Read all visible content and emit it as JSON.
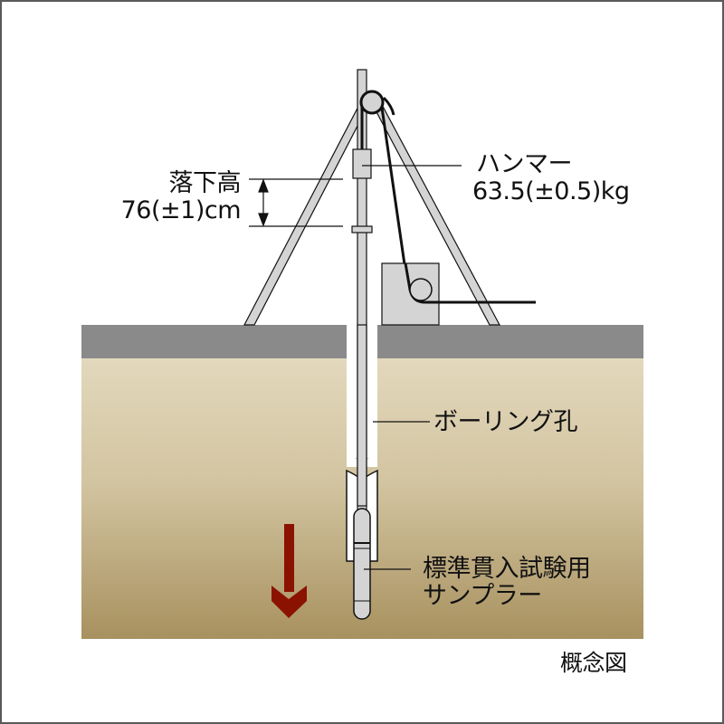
{
  "diagram": {
    "caption": "概念図",
    "labels": {
      "drop_height": {
        "line1": "落下高",
        "line2": "76(±1)cm"
      },
      "hammer": {
        "line1": "ハンマー",
        "line2": "63.5(±0.5)kg"
      },
      "borehole": "ボーリング孔",
      "sampler": {
        "line1": "標準貫入試験用",
        "line2": "サンプラー"
      }
    },
    "icons": {
      "penetration_arrow": "down-arrow",
      "tripod": "tripod-frame",
      "pulley": "pulley-wheel",
      "winch": "winch-box"
    },
    "colors": {
      "ground_surface": "#8a8a8a",
      "soil_top": "#e3d8bd",
      "soil_bottom": "#a8915f",
      "arrow": "#8b1200",
      "equipment_fill": "#d4d4d4",
      "line": "#111111",
      "border": "#5a5a5a"
    }
  }
}
